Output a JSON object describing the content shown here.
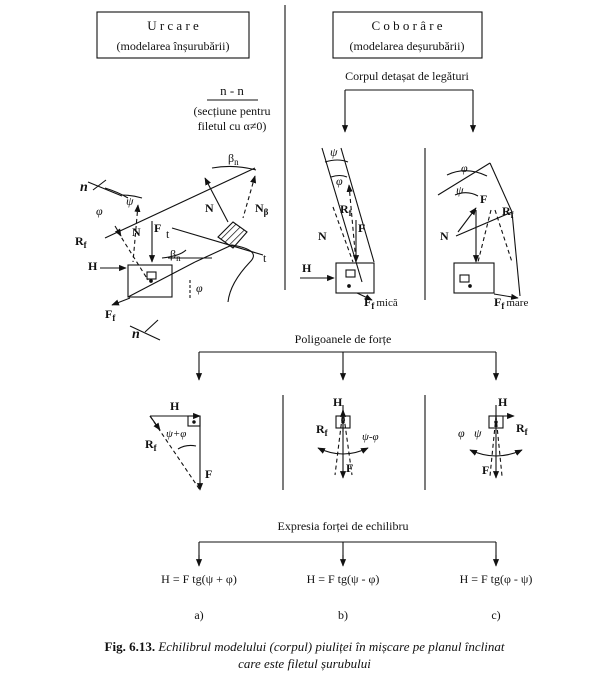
{
  "header": {
    "left_title": "U r c a r e",
    "left_subtitle": "(modelarea înșurubării)",
    "right_title": "C o b o r â r e",
    "right_subtitle": "(modelarea deșurubării)"
  },
  "section": {
    "label": "n - n",
    "note_line1": "(secțiune pentru",
    "note_line2": "filetul cu α≠0)"
  },
  "labels": {
    "detached_body": "Corpul detașat de legături",
    "force_polygons": "Poligoanele de forțe",
    "equilibrium_expression": "Expresia forței de echilibru"
  },
  "left_figure": {
    "n": "n",
    "phi": "φ",
    "psi": "ψ",
    "N": "N",
    "F": "F",
    "Rf": "R",
    "Rf_sub": "f",
    "H": "H",
    "Ff": "F",
    "Ff_sub": "f",
    "N_axial": "N",
    "N_beta": "N",
    "beta_sub": "β",
    "beta_n": "β",
    "n_sub": "n",
    "t": "t"
  },
  "mid_figure": {
    "psi": "ψ",
    "phi": "φ",
    "Rf": "R",
    "Rf_sub": "f",
    "F": "F",
    "N": "N",
    "H": "H",
    "Ff": "F",
    "Ff_sub": "f",
    "Ff_note": "mică"
  },
  "right_figure": {
    "phi": "φ",
    "psi": "ψ",
    "F": "F",
    "Rf": "R",
    "Rf_sub": "f",
    "N": "N",
    "Ff": "F",
    "Ff_sub": "f",
    "Ff_note": "mare"
  },
  "polygons": {
    "a": {
      "H": "H",
      "Rf": "R",
      "Rf_sub": "f",
      "angle": "ψ+φ",
      "F": "F"
    },
    "b": {
      "H": "H",
      "Rf": "R",
      "Rf_sub": "f",
      "angle": "ψ-φ",
      "F": "F"
    },
    "c": {
      "H": "H",
      "Rf": "R",
      "Rf_sub": "f",
      "angle_phi": "φ",
      "angle_psi": "ψ",
      "F": "F"
    }
  },
  "formulas": {
    "a": "H = F tg(ψ + φ)",
    "b": "H = F tg(ψ - φ)",
    "c": "H = F tg(φ - ψ)"
  },
  "subfig_labels": {
    "a": "a)",
    "b": "b)",
    "c": "c)"
  },
  "caption": {
    "prefix": "Fig. 6.13.",
    "line1": "Echilibrul modelului (corpul) piuliței în mișcare pe planul înclinat",
    "line2": "care este filetul șurubului"
  }
}
